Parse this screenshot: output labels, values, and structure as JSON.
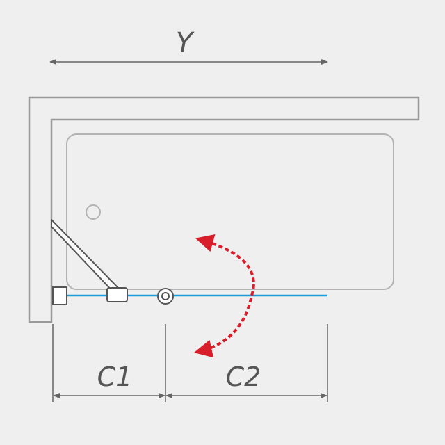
{
  "labels": {
    "width_total": "Y",
    "width_fixed": "C1",
    "width_swing": "C2"
  },
  "colors": {
    "background": "#efefef",
    "wall": "#999999",
    "tub_outline": "#b3b3b3",
    "glass": "#1e9ad8",
    "swing_arrow": "#d81e2a",
    "dimension": "#666666"
  }
}
